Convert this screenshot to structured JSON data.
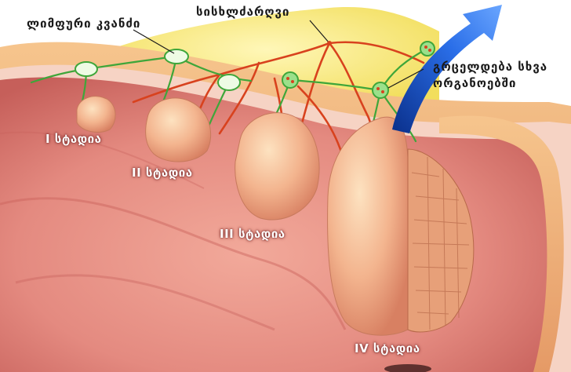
{
  "labels": {
    "lymph_node": "ლიმფური კვანძი",
    "blood_vessels": "სისხლძარღვი",
    "spread_line1": "გრცელდება სხვა",
    "spread_line2": "ორგანოებში",
    "stage_1": "I სტადია",
    "stage_2": "II სტადია",
    "stage_3": "III სტადია",
    "stage_4": "IV სტადია"
  },
  "colors": {
    "colon_interior": "#e98f84",
    "colon_wall": "#f0b47a",
    "mucosa": "#f4c3b3",
    "fat_tissue": "#f6ea7a",
    "vessel_red": "#d8421e",
    "lymph_green": "#3fa63a",
    "tumor": "#f2b08c",
    "arrow_blue": "#1f5fd6"
  }
}
